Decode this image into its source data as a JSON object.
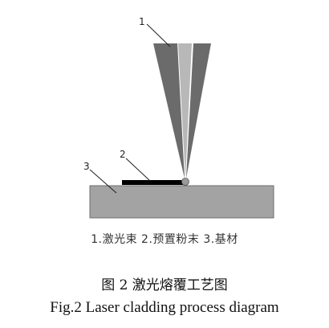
{
  "labels": {
    "beam": "1",
    "powder": "2",
    "substrate": "3"
  },
  "legend": "1.激光束 2.预置粉末 3.基材",
  "caption_cn": "图 2  激光熔覆工艺图",
  "caption_en": "Fig.2 Laser cladding process diagram",
  "colors": {
    "beam_outer": "#6b6b6b",
    "beam_center": "#b8b8b8",
    "powder": "#000000",
    "substrate": "#a3a3a3",
    "melt_spot": "#9a9a9a"
  }
}
